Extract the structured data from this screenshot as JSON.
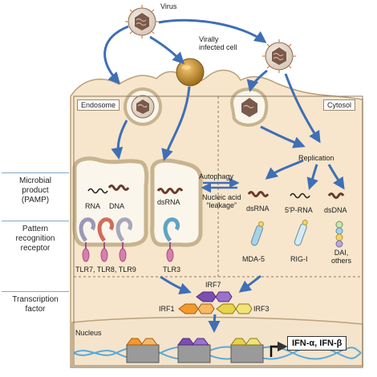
{
  "labels": {
    "virus": "Virus",
    "virally_infected_cell": "Virally\ninfected cell",
    "endosome": "Endosome",
    "cytosol": "Cytosol",
    "replication": "Replication",
    "autophagy": "Autophagy",
    "nucleic_acid_leakage": "Nucleic acid\n“leakage”",
    "rna": "RNA",
    "dna": "DNA",
    "dsrna_endo": "dsRNA",
    "dsrna_cyto": "dsRNA",
    "p5_rna": "5′P-RNA",
    "dsdna": "dsDNA",
    "tlr7_8_9": "TLR7, TLR8, TLR9",
    "tlr3": "TLR3",
    "mda5": "MDA-5",
    "rigi": "RIG-I",
    "dai_others": "DAI,\nothers",
    "irf7": "IRF7",
    "irf1": "IRF1",
    "irf3": "IRF3",
    "nucleus": "Nucleus",
    "ifn": "IFN-α, IFN-β"
  },
  "side_labels": {
    "pamp": "Microbial\nproduct\n(PAMP)",
    "prr": "Pattern\nrecognition\nreceptor",
    "tf": "Transcription\nfactor"
  },
  "colors": {
    "cell_fill": "#f7e6cc",
    "cell_edge": "#b9a07a",
    "arrow_blue": "#3f6fb5",
    "virus_body": "#7a5a4a",
    "spike": "#e07a3a",
    "irf_orange": "#f29a2e",
    "irf_purple": "#7a4fb0",
    "irf_yellow": "#e8d34a",
    "dna_blue": "#5aa9d8",
    "tlr_pink": "#d77fb0"
  }
}
